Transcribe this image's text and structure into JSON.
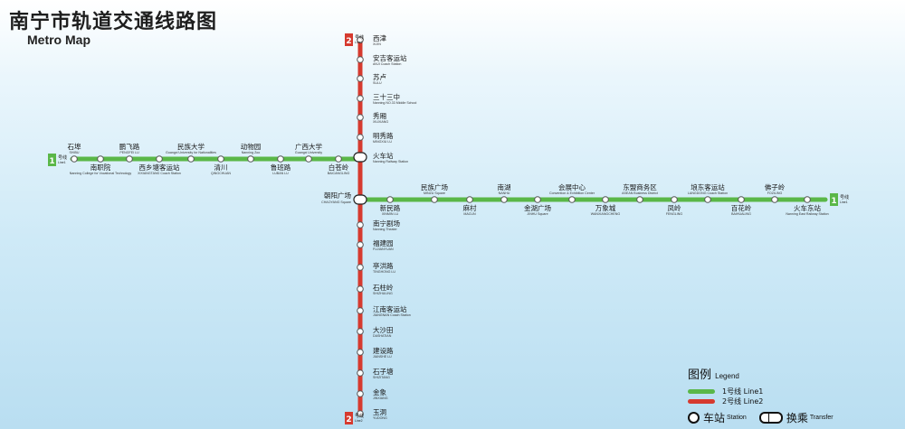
{
  "map_title": "南宁市轨道交通线路图",
  "map_subtitle": "Metro Map",
  "colors": {
    "line1": "#5ab748",
    "line2": "#d63a2f"
  },
  "line1": {
    "badge_num": "1",
    "badge_cn": "号线",
    "badge_en": "Line1",
    "stations": [
      {
        "name": "石埠",
        "en": "SHIBU"
      },
      {
        "name": "南职院",
        "en": "Nanning College for Vocational Technology"
      },
      {
        "name": "鹏飞路",
        "en": "PENGFEI LU"
      },
      {
        "name": "西乡塘客运站",
        "en": "XIXIANGTANG Coach Station"
      },
      {
        "name": "民族大学",
        "en": "Guangxi University for Nationalities"
      },
      {
        "name": "清川",
        "en": "QINGCHUAN"
      },
      {
        "name": "动物园",
        "en": "Nanning Zoo"
      },
      {
        "name": "鲁班路",
        "en": "LUBAN LU"
      },
      {
        "name": "广西大学",
        "en": "Guangxi University"
      },
      {
        "name": "白苍岭",
        "en": "BAICANGLING"
      },
      {
        "name": "朝阳广场",
        "en": "CHAOYANG Square"
      },
      {
        "name": "新民路",
        "en": "XINMIN LU"
      },
      {
        "name": "民族广场",
        "en": "MINZU Square"
      },
      {
        "name": "麻村",
        "en": "MACUN"
      },
      {
        "name": "南湖",
        "en": "NANHU"
      },
      {
        "name": "金湖广场",
        "en": "JINHU Square"
      },
      {
        "name": "会展中心",
        "en": "Convention & Exhibition Center"
      },
      {
        "name": "万象城",
        "en": "WANXIANGCHENG"
      },
      {
        "name": "东盟商务区",
        "en": "ASEAN Business District"
      },
      {
        "name": "凤岭",
        "en": "FENGLING"
      },
      {
        "name": "埌东客运站",
        "en": "LANGDONG Coach Station"
      },
      {
        "name": "百花岭",
        "en": "BAIHUALING"
      },
      {
        "name": "佛子岭",
        "en": "FOZILING"
      },
      {
        "name": "火车东站",
        "en": "Nanning East Railway Station"
      }
    ]
  },
  "line2": {
    "badge_num": "2",
    "badge_cn": "号线",
    "badge_en": "Line2",
    "stations": [
      {
        "name": "西津",
        "en": "XIJIN"
      },
      {
        "name": "安吉客运站",
        "en": "ANJI Coach Station"
      },
      {
        "name": "苏卢",
        "en": "SULU"
      },
      {
        "name": "三十三中",
        "en": "Nanning NO.33 Middle School"
      },
      {
        "name": "秀厢",
        "en": "XIUXIANG"
      },
      {
        "name": "明秀路",
        "en": "MINGXIU LU"
      },
      {
        "name": "火车站",
        "en": "Nanning Railway Station"
      },
      {
        "name": "南宁剧场",
        "en": "Nanning Theater"
      },
      {
        "name": "福建园",
        "en": "FUJIANYUAN"
      },
      {
        "name": "亭洪路",
        "en": "TINGHONG LU"
      },
      {
        "name": "石柱岭",
        "en": "SHIZHULING"
      },
      {
        "name": "江南客运站",
        "en": "JIANGNAN Coach Station"
      },
      {
        "name": "大沙田",
        "en": "DASHATIAN"
      },
      {
        "name": "建设路",
        "en": "JIANSHE LU"
      },
      {
        "name": "石子塘",
        "en": "SHIZITANG"
      },
      {
        "name": "金象",
        "en": "JINXIANG"
      },
      {
        "name": "玉洞",
        "en": "YUDONG"
      }
    ]
  },
  "legend": {
    "title": "图例",
    "title_en": "Legend",
    "line1_label": "1号线 Line1",
    "line2_label": "2号线 Line2",
    "station_label": "车站",
    "station_en": "Station",
    "transfer_label": "换乘",
    "transfer_en": "Transfer"
  }
}
